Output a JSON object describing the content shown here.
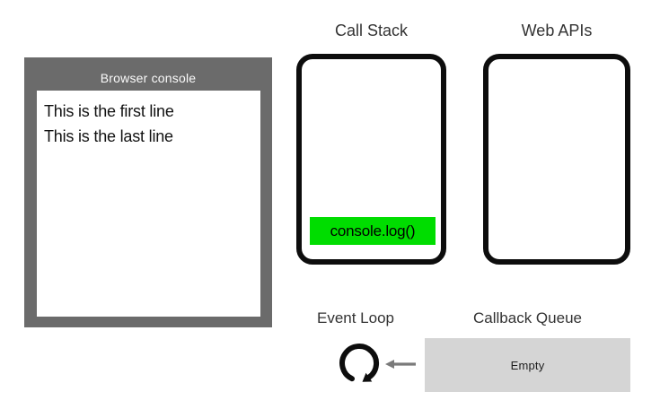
{
  "console": {
    "title": "Browser console",
    "lines": [
      "This is the first line",
      "This is the last line"
    ]
  },
  "call_stack": {
    "title": "Call Stack",
    "frames": [
      {
        "label": "console.log()"
      }
    ]
  },
  "web_apis": {
    "title": "Web APIs",
    "items": []
  },
  "event_loop": {
    "title": "Event Loop",
    "icon": "clockwise-loop-arrow-icon",
    "arrow_icon": "arrow-left-icon"
  },
  "callback_queue": {
    "title": "Callback Queue",
    "status": "Empty"
  },
  "colors": {
    "console_gray": "#6b6b6b",
    "stack_frame_green": "#00dd00",
    "queue_gray": "#d5d5d5",
    "arrow_gray": "#7a7a7a",
    "box_border_black": "#0d0d0d"
  }
}
